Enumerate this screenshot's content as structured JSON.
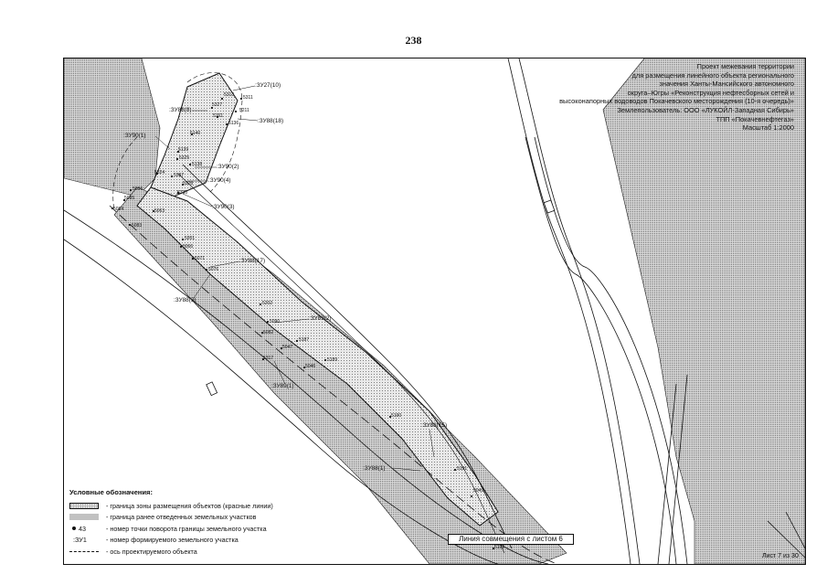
{
  "page_number": "238",
  "title_block": {
    "lines": [
      "Проект межевания территории",
      "для размещения линейного объекта регионального",
      "значения Ханты-Мансийского автономного",
      "округа–Югры «Реконструкция нефтесборных сетей и",
      "высоконапорных водоводов Покачевского месторождения (10-я очередь)»",
      "Землепользователь: ООО «ЛУКОЙЛ-Западная Сибирь»",
      "ТПП «Покачевнефтегаз»",
      "Масштаб 1:2000"
    ]
  },
  "parcel_labels": [
    ":ЗУ27(10)",
    ":ЗУ88(8)",
    ":ЗУ88(18)",
    ":ЗУ90(1)",
    ":ЗУ90(2)",
    ":ЗУ90(4)",
    ":ЗУ90(3)",
    ":ЗУ88(17)",
    ":ЗУ88(3)",
    ":ЗУ89(2)",
    ":ЗУ89(1)",
    ":ЗУ88(15)",
    ":ЗУ88(1)"
  ],
  "point_labels": [
    "5313",
    "5311",
    "5327",
    "5211",
    "5161",
    "5136",
    "5140",
    "5139",
    "5325",
    "5138",
    "5324",
    "5337",
    "5328",
    "5330",
    "5086",
    "5085",
    "5084",
    "5083",
    "5063",
    "5201",
    "5066",
    "5071",
    "5076",
    "5202",
    "5090",
    "5082",
    "5187",
    "5047",
    "5317",
    "5046",
    "5189",
    "5190",
    "5191",
    "5192",
    "5049"
  ],
  "legend": {
    "title": "Условные обозначения:",
    "items": [
      {
        "symbol": "red-lines-zone",
        "text": "- граница зоны размещения объектов (красные линии)"
      },
      {
        "symbol": "previous-parcels",
        "text": "- граница ранее отведенных земельных участков"
      },
      {
        "symbol_text": "43",
        "text": "- номер точки поворота границы земельного участка"
      },
      {
        "symbol_text": ":ЗУ1",
        "text": "- номер формируемого земельного участка"
      },
      {
        "symbol": "axis-line",
        "text": "- ось проектируемого объекта"
      }
    ]
  },
  "match_line": "Линия совмещения с листом 6",
  "sheet_number": "Лист 7 из 30"
}
